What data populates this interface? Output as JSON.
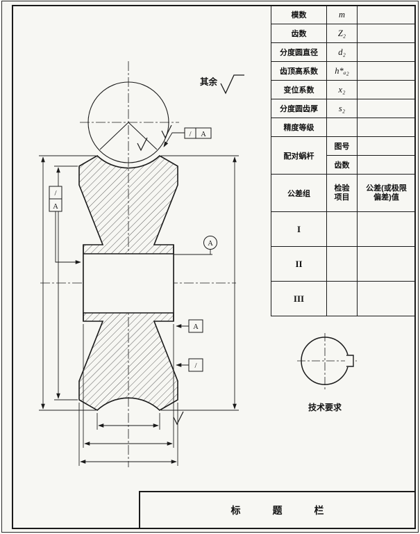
{
  "colors": {
    "ink": "#1a1a1a",
    "paper": "#f7f7f3"
  },
  "table": {
    "param_rows": [
      {
        "label": "模数",
        "symbol": "m"
      },
      {
        "label": "齿数",
        "symbol": "Z₂"
      },
      {
        "label": "分度圆直径",
        "symbol": "d₂"
      },
      {
        "label": "齿顶高系数",
        "symbol": "h*ₐ₂"
      },
      {
        "label": "变位系数",
        "symbol": "x₂"
      },
      {
        "label": "分度圆齿厚",
        "symbol": "s₂"
      }
    ],
    "accuracy_label": "精度等级",
    "mating_worm": {
      "label": "配对蜗杆",
      "drawing_no": "图号",
      "teeth": "齿数"
    },
    "tolerance_header": {
      "group": "公差组",
      "item_line1": "检验",
      "item_line2": "项目",
      "value_line1": "公差(或极限",
      "value_line2": "偏差)值"
    },
    "groups": [
      "I",
      "II",
      "III"
    ]
  },
  "drawing": {
    "surface_note": "其余",
    "datum_label": "A",
    "runout_symbol": "/",
    "tech_req": "技术要求"
  },
  "title_block": {
    "label": "标　题　栏"
  }
}
